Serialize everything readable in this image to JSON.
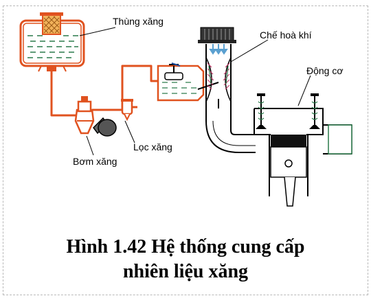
{
  "labels": {
    "tank": "Thùng xăng",
    "carburetor": "Chế hoà khí",
    "engine": "Động cơ",
    "filter": "Lọc xăng",
    "pump": "Bơm xăng"
  },
  "caption": {
    "line1": "Hình 1.42 Hệ thống cung cấp",
    "line2": "nhiên liệu xăng"
  },
  "colors": {
    "fuel_line": "#e0521f",
    "stroke": "#000000",
    "air_arrow": "#5aa0d0"
  }
}
